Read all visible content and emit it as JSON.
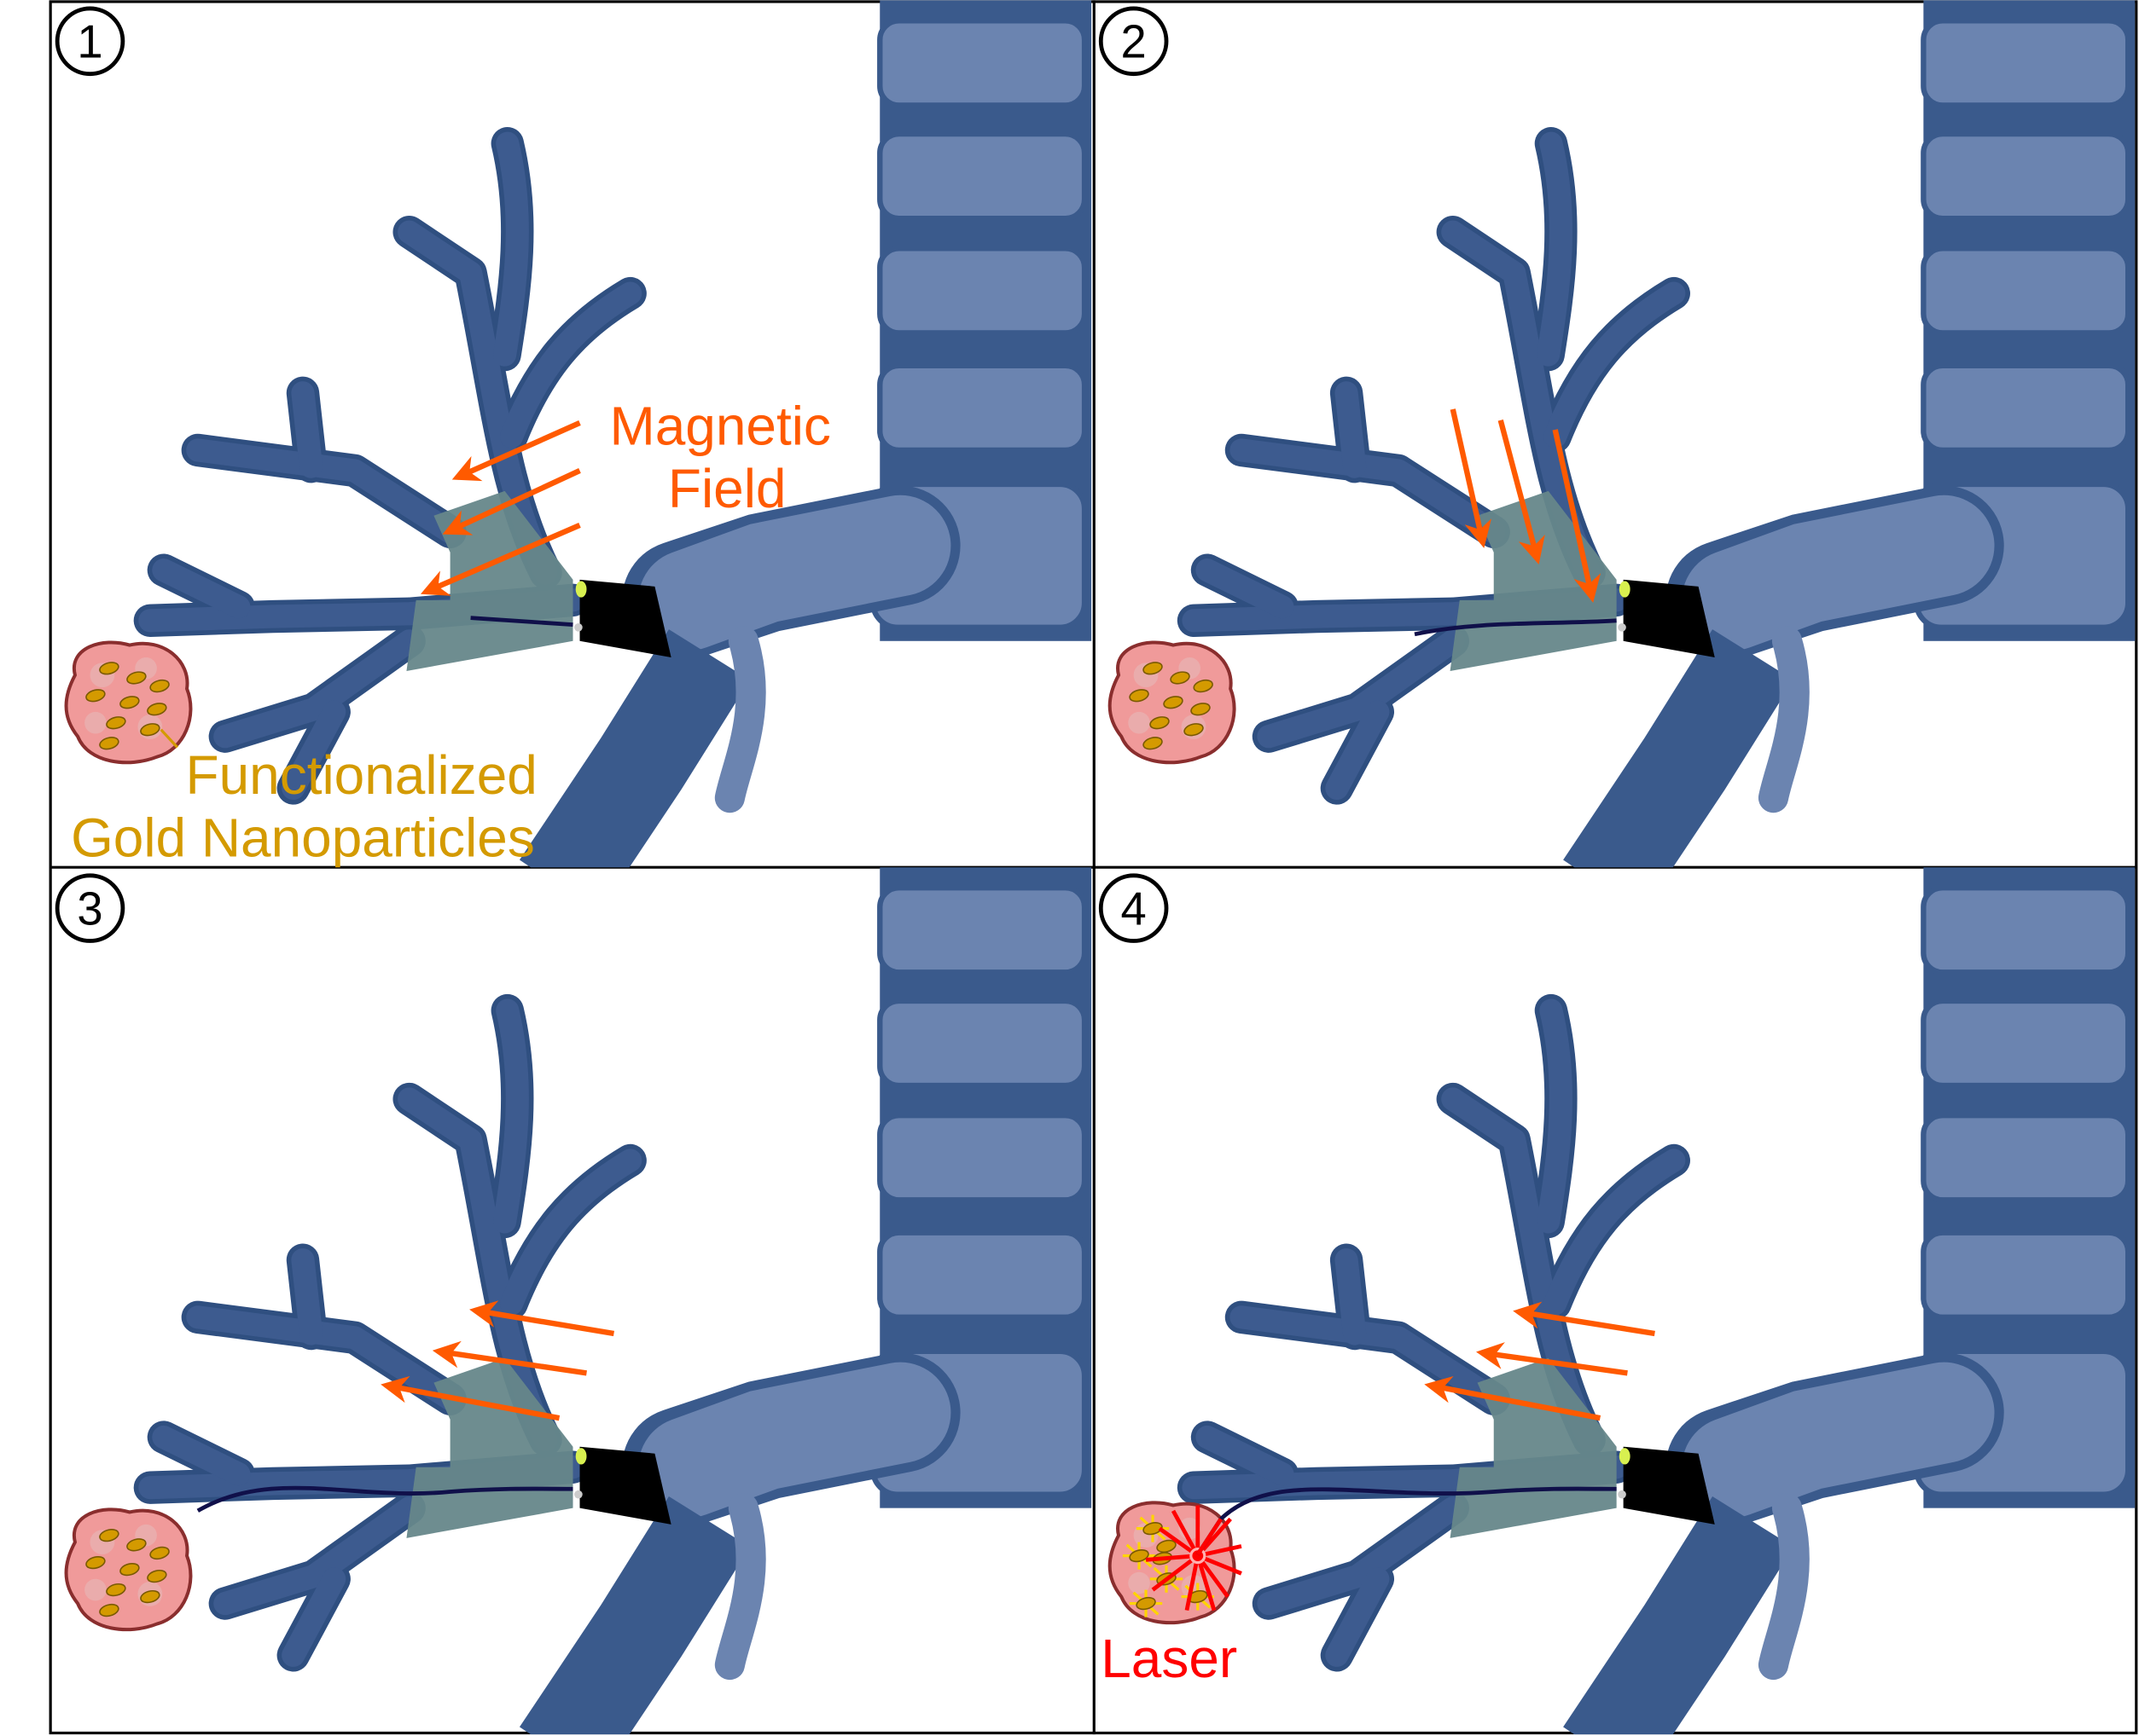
{
  "colors": {
    "airway_dark": "#3a5a8c",
    "airway_light": "#6b84b0",
    "treated_region": "#66878a",
    "arrow": "#ff5a00",
    "gold_label": "#d49a00",
    "laser": "#ff0000",
    "tumor": "#f09a9a"
  },
  "panels": [
    {
      "number": "1",
      "arrow_direction": "down-left"
    },
    {
      "number": "2",
      "arrow_direction": "down"
    },
    {
      "number": "3",
      "arrow_direction": "left"
    },
    {
      "number": "4",
      "arrow_direction": "left"
    }
  ],
  "labels": {
    "magnetic": "Magnetic",
    "field": "Field",
    "functionalized": "Functionalized",
    "gold_nanoparticles": "Gold Nanoparticles",
    "laser": "Laser"
  }
}
